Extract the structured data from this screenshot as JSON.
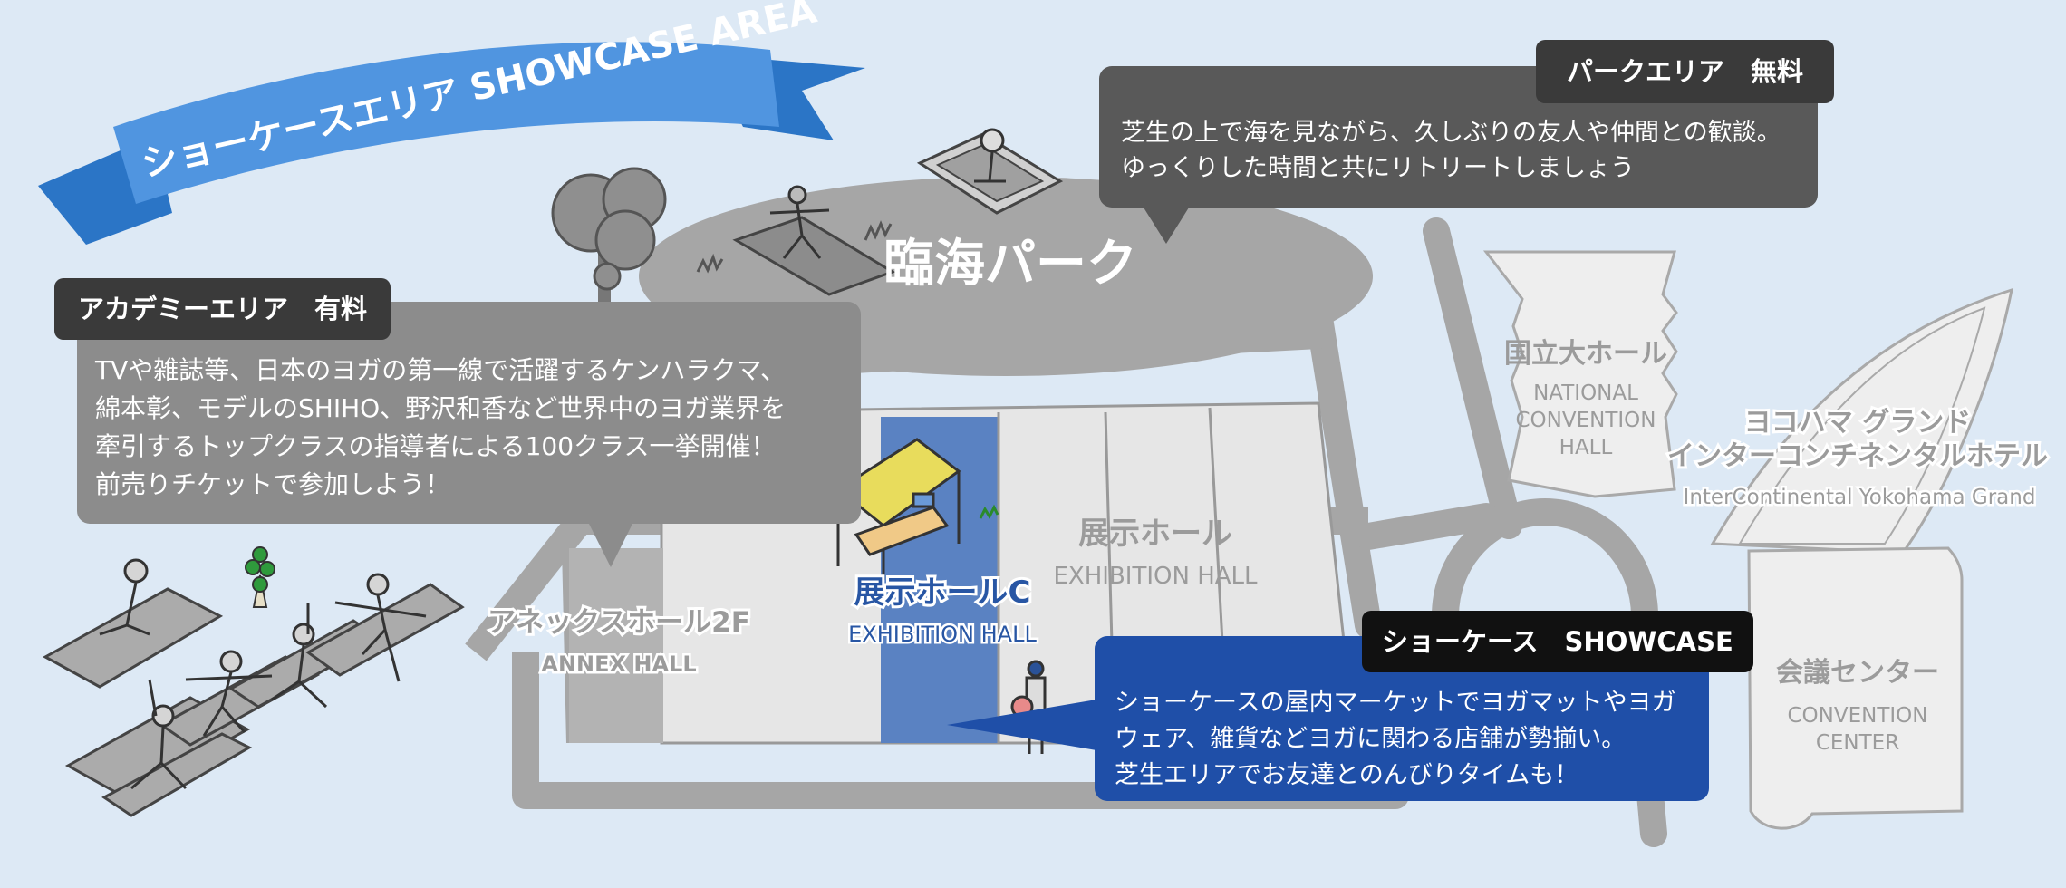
{
  "banner": {
    "title": "ショーケースエリア SHOWCASE AREA",
    "color": "#3f86d6"
  },
  "park": {
    "name": "臨海パーク",
    "callout": {
      "heading": "パークエリア　無料",
      "text": "芝生の上で海を見ながら、久しぶりの友人や仲間との歓談。\nゆっくりした時間と共にリトリートしましょう"
    }
  },
  "academy": {
    "callout": {
      "heading": "アカデミーエリア　有料",
      "text": "TVや雑誌等、日本のヨガの第一線で活躍するケンハラクマ、\n綿本彰、モデルのSHIHO、野沢和香など世界中のヨガ業界を\n牽引するトップクラスの指導者による100クラス一挙開催！\n前売りチケットで参加しよう！"
    }
  },
  "showcase": {
    "callout": {
      "heading": "ショーケース　SHOWCASE",
      "text": "ショーケースの屋内マーケットでヨガマットやヨガ\nウェア、雑貨などヨガに関わる店舗が勢揃い。\n芝生エリアでお友達とのんびりタイムも！"
    }
  },
  "venues": {
    "annex": {
      "jp": "アネックスホール2F",
      "en": "ANNEX HALL"
    },
    "hall_c": {
      "jp": "展示ホールC",
      "en": "EXHIBITION HALL"
    },
    "exhibition": {
      "jp": "展示ホール",
      "en": "EXHIBITION HALL"
    },
    "national": {
      "jp": "国立大ホール",
      "en1": "NATIONAL",
      "en2": "CONVENTION",
      "en3": "HALL"
    },
    "hotel": {
      "jp1": "ヨコハマ グランド",
      "jp2": "インターコンチネンタルホテル",
      "en": "InterContinental Yokohama Grand"
    },
    "conference": {
      "jp": "会議センター",
      "en1": "CONVENTION",
      "en2": "CENTER"
    }
  },
  "colors": {
    "background": "#dde9f5",
    "map_gray": "#a6a6a6",
    "hall_c_blue": "#5a82c2",
    "callout_dark": "#595959",
    "callout_academy": "#8c8c8c",
    "callout_blue": "#1f4fa8"
  }
}
